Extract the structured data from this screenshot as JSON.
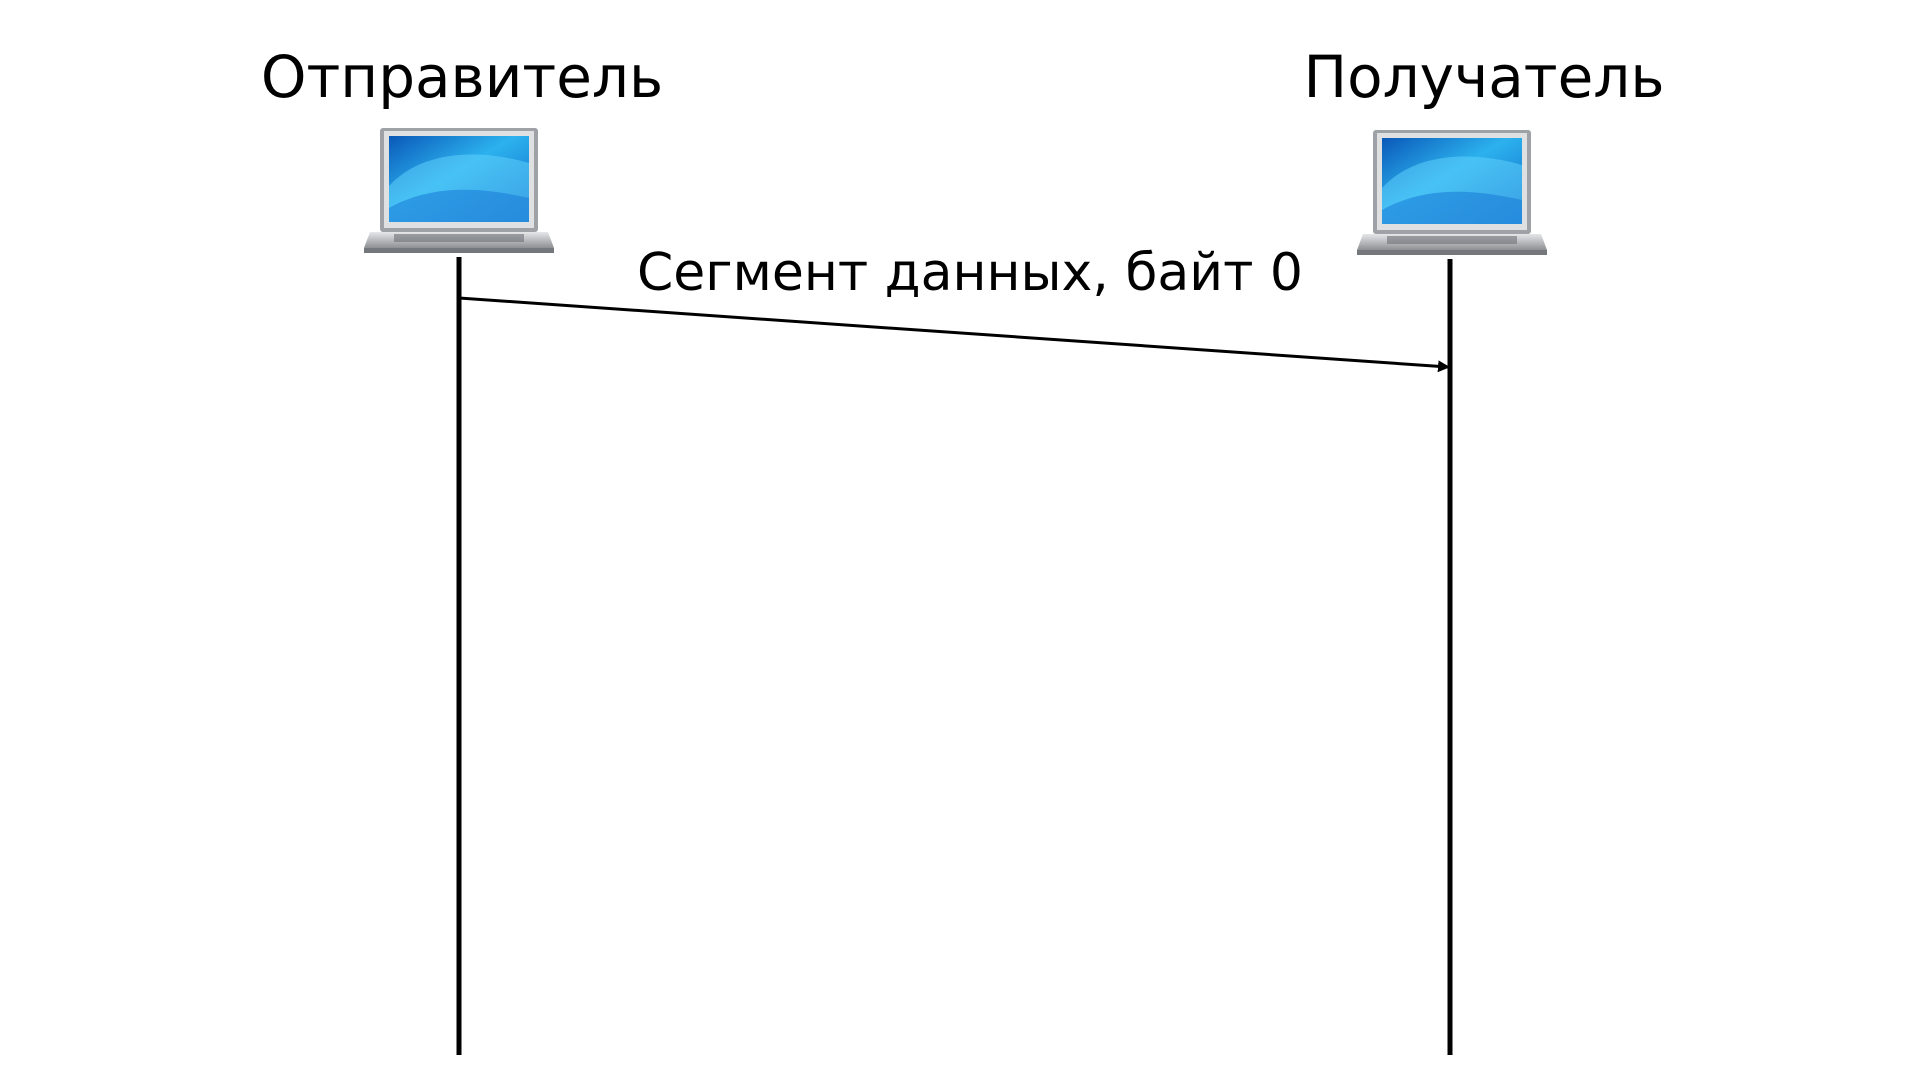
{
  "sender": {
    "label": "Отправитель",
    "icon": "laptop-icon"
  },
  "receiver": {
    "label": "Получатель",
    "icon": "laptop-icon"
  },
  "message": {
    "label": "Сегмент данных, байт 0"
  },
  "colors": {
    "line": "#000000",
    "screen_light": "#bfefff",
    "screen_mid": "#27a8e8",
    "screen_dark": "#0a4fa8",
    "laptop_body": "#c7c9cc"
  }
}
